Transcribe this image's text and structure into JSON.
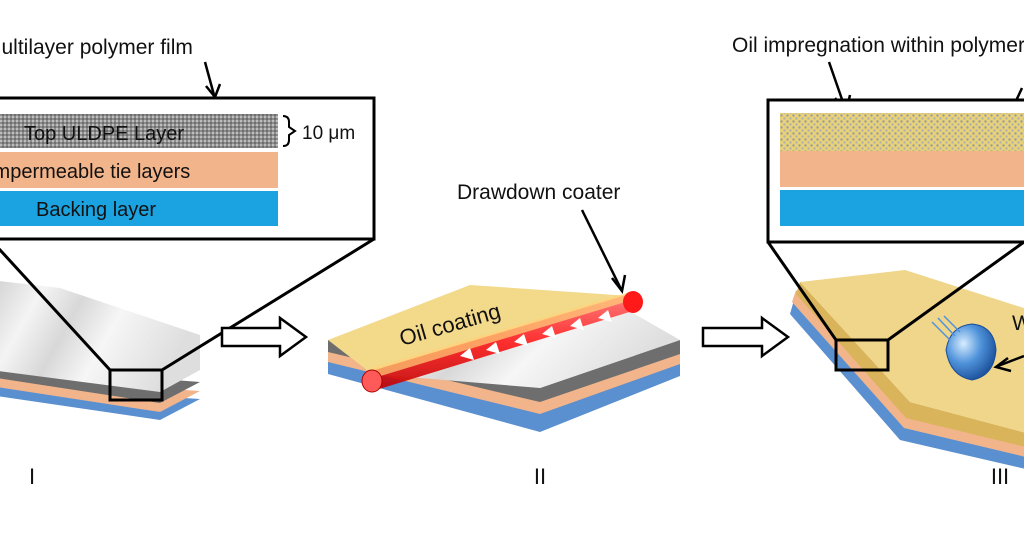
{
  "labels": {
    "multilayer_title": "Multilayer polymer film",
    "top_layer": "Top ULDPE Layer",
    "thickness": "10 μm",
    "tie_layers": "Impermeable tie layers",
    "backing_layer": "Backing layer",
    "coater": "Drawdown coater",
    "oil_coating": "Oil coating",
    "impregnation": "Oil impregnation within polymer",
    "water_droplet": "Water droplet",
    "step_1": "I",
    "step_2": "II",
    "step_3": "III"
  },
  "colors": {
    "uldpe": "#8c8c8c",
    "tie": "#f2b48a",
    "backing": "#1aa3e0",
    "backing_dark": "#5a8fd0",
    "oil": "#f3d98a",
    "coater_rod": "#ff1a1a",
    "outline": "#000000"
  }
}
